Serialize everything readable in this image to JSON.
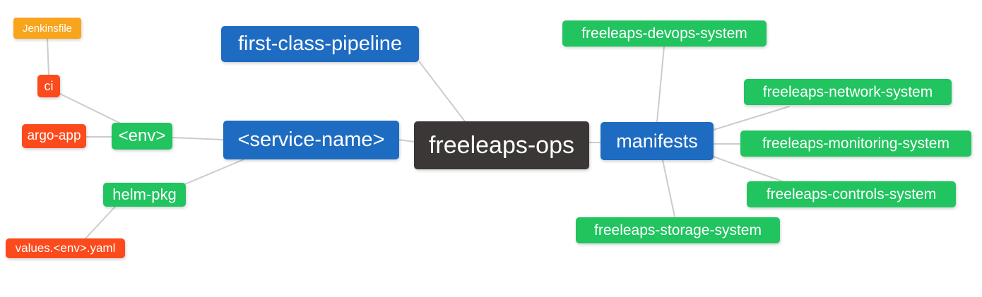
{
  "diagram": {
    "type": "mindmap",
    "root_label": "freeleaps-ops",
    "colors": {
      "background": "#ffffff",
      "edge": "#cccccc",
      "branch_blue": "#1e6bc2",
      "leaf_green": "#21c45f",
      "accent_orange": "#f8a51d",
      "accent_red": "#fb4a1c",
      "root_dark": "#3b3737",
      "text": "#ffffff"
    },
    "nodes": [
      {
        "id": "jenkinsfile",
        "label": "Jenkinsfile",
        "color": "orange"
      },
      {
        "id": "ci",
        "label": "ci",
        "color": "red"
      },
      {
        "id": "argo-app",
        "label": "argo-app",
        "color": "red"
      },
      {
        "id": "env",
        "label": "<env>",
        "color": "green"
      },
      {
        "id": "first-class-pipeline",
        "label": "first-class-pipeline",
        "color": "blue"
      },
      {
        "id": "service-name",
        "label": "<service-name>",
        "color": "blue"
      },
      {
        "id": "freeleaps-ops",
        "label": "freeleaps-ops",
        "color": "dark"
      },
      {
        "id": "manifests",
        "label": "manifests",
        "color": "blue"
      },
      {
        "id": "devops-system",
        "label": "freeleaps-devops-system",
        "color": "green"
      },
      {
        "id": "network-system",
        "label": "freeleaps-network-system",
        "color": "green"
      },
      {
        "id": "monitoring-system",
        "label": "freeleaps-monitoring-system",
        "color": "green"
      },
      {
        "id": "controls-system",
        "label": "freeleaps-controls-system",
        "color": "green"
      },
      {
        "id": "storage-system",
        "label": "freeleaps-storage-system",
        "color": "green"
      },
      {
        "id": "helm-pkg",
        "label": "helm-pkg",
        "color": "green"
      },
      {
        "id": "values-env-yaml",
        "label": "values.<env>.yaml",
        "color": "red"
      }
    ],
    "edges": [
      {
        "from": "Jenkinsfile",
        "to": "ci"
      },
      {
        "from": "ci",
        "to": "<env>"
      },
      {
        "from": "argo-app",
        "to": "<env>"
      },
      {
        "from": "<env>",
        "to": "<service-name>"
      },
      {
        "from": "helm-pkg",
        "to": "<service-name>"
      },
      {
        "from": "values.<env>.yaml",
        "to": "helm-pkg"
      },
      {
        "from": "first-class-pipeline",
        "to": "freeleaps-ops"
      },
      {
        "from": "<service-name>",
        "to": "freeleaps-ops"
      },
      {
        "from": "freeleaps-ops",
        "to": "manifests"
      },
      {
        "from": "manifests",
        "to": "freeleaps-devops-system"
      },
      {
        "from": "manifests",
        "to": "freeleaps-network-system"
      },
      {
        "from": "manifests",
        "to": "freeleaps-monitoring-system"
      },
      {
        "from": "manifests",
        "to": "freeleaps-controls-system"
      },
      {
        "from": "manifests",
        "to": "freeleaps-storage-system"
      }
    ]
  }
}
